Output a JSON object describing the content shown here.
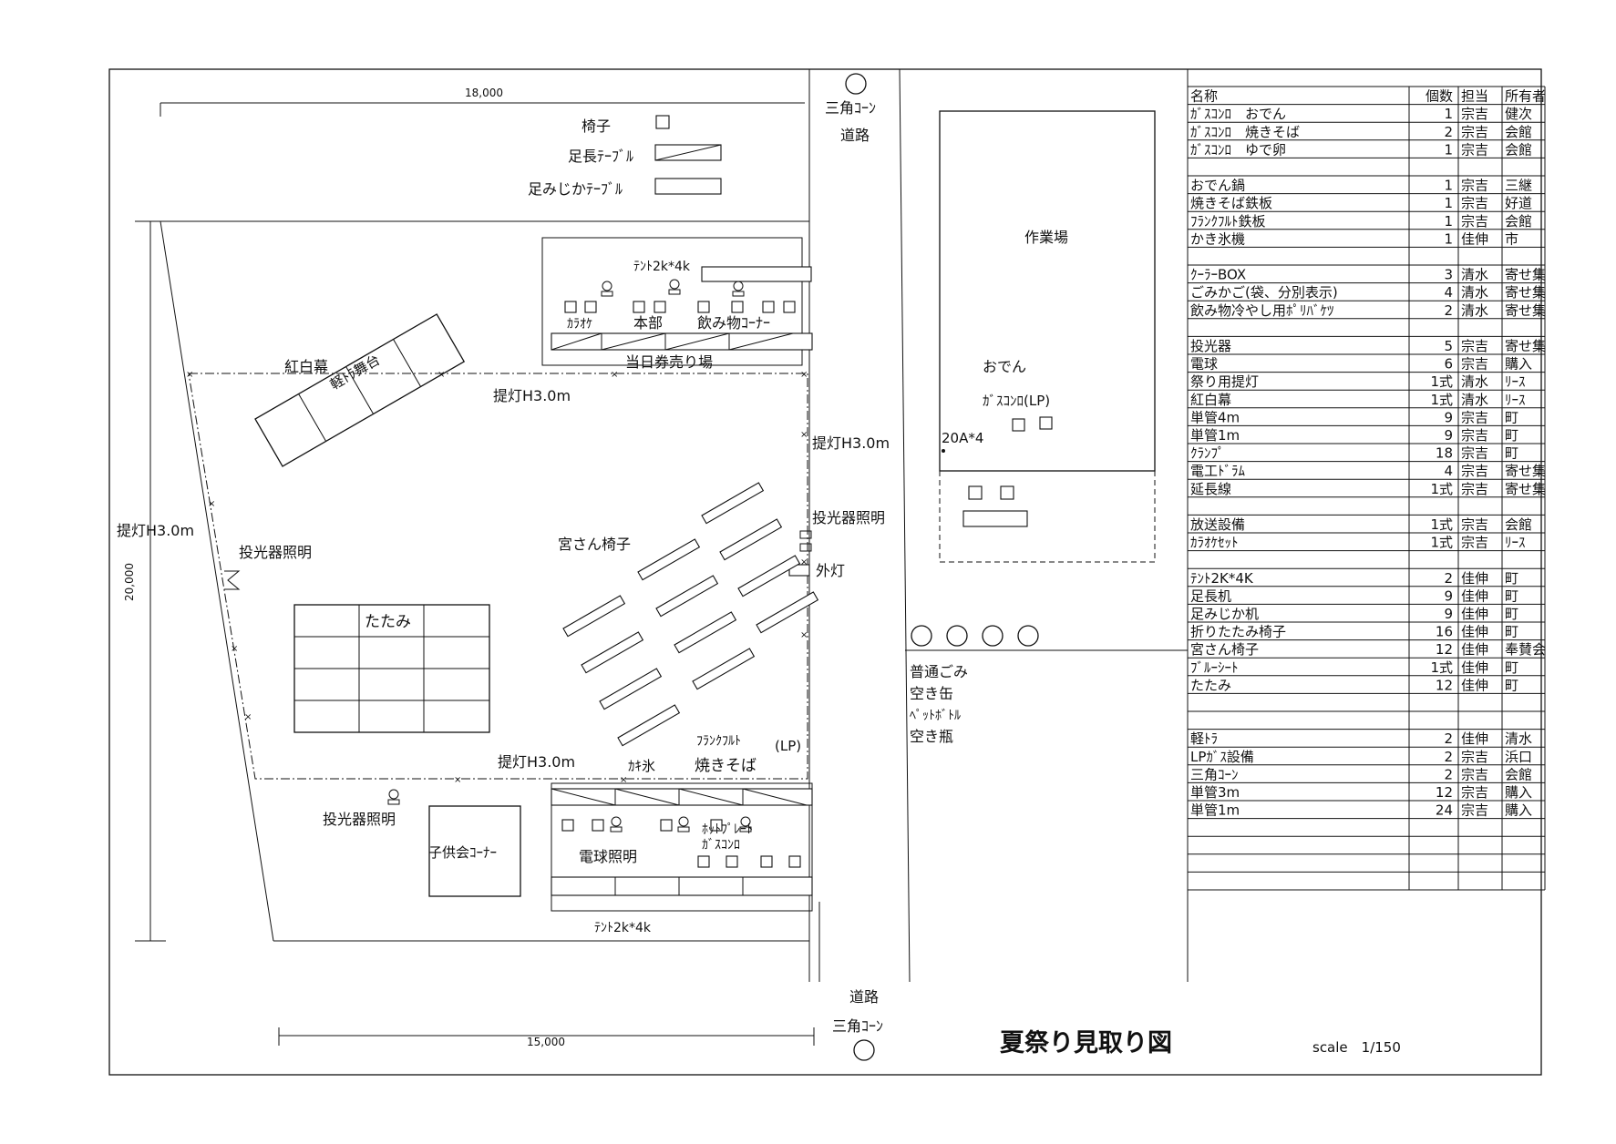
{
  "dimensions": {
    "top_width": "18,000",
    "bottom_width": "15,000",
    "left_height": "20,000"
  },
  "legend": {
    "chair": "椅子",
    "long_table": "足長ﾃｰﾌﾞﾙ",
    "short_table": "足みじかﾃｰﾌﾞﾙ"
  },
  "labels": {
    "tent_top": "ﾃﾝﾄ2k*4k",
    "karaoke": "ｶﾗｵｹ",
    "honbu": "本部",
    "drinks": "飲み物ｺｰﾅｰ",
    "tickets": "当日券売り場",
    "kohaku": "紅白幕",
    "stage": "軽ﾄﾗ舞台",
    "lantern_top": "提灯H3.0m",
    "lantern_right": "提灯H3.0m",
    "lantern_left": "提灯H3.0m",
    "lantern_bottom": "提灯H3.0m",
    "flood_left": "投光器照明",
    "flood_right": "投光器照明",
    "flood_bottom": "投光器照明",
    "outdoor_light": "外灯",
    "miyasan_chairs": "宮さん椅子",
    "tatami": "たたみ",
    "frankfurt": "ﾌﾗﾝｸﾌﾙﾄ",
    "lp": "(LP)",
    "kakigori": "ｶｷ氷",
    "yakisoba": "焼きそば",
    "kids_corner": "子供会ｺｰﾅｰ",
    "hotplate": "ﾎｯﾄﾌﾟﾚｰﾄ",
    "gas_stove": "ｶﾞｽｺﾝﾛ",
    "bulb_light": "電球照明",
    "tent_bottom": "ﾃﾝﾄ2k*4k",
    "cone_top": "三角ｺｰﾝ",
    "road_top": "道路",
    "road_bottom": "道路",
    "cone_bottom": "三角ｺｰﾝ",
    "workplace": "作業場",
    "oden": "おでん",
    "gas_lp": "ｶﾞｽｺﾝﾛ(LP)",
    "pipe": "20A*4",
    "trash_general": "普通ごみ",
    "trash_cans": "空き缶",
    "trash_pet": "ﾍﾟｯﾄﾎﾞﾄﾙ",
    "trash_bottles": "空き瓶"
  },
  "title": "夏祭り見取り図",
  "scale": "scale　1/150",
  "table": {
    "headers": [
      "名称",
      "個数",
      "担当",
      "所有者"
    ],
    "rows": [
      [
        "ｶﾞｽｺﾝﾛ　おでん",
        "1",
        "宗吉",
        "健次"
      ],
      [
        "ｶﾞｽｺﾝﾛ　焼きそば",
        "2",
        "宗吉",
        "会館"
      ],
      [
        "ｶﾞｽｺﾝﾛ　ゆで卵",
        "1",
        "宗吉",
        "会館"
      ],
      [
        "",
        "",
        "",
        ""
      ],
      [
        "おでん鍋",
        "1",
        "宗吉",
        "三継"
      ],
      [
        "焼きそば鉄板",
        "1",
        "宗吉",
        "好道"
      ],
      [
        "ﾌﾗﾝｸﾌﾙﾄ鉄板",
        "1",
        "宗吉",
        "会館"
      ],
      [
        "かき氷機",
        "1",
        "佳伸",
        "市"
      ],
      [
        "",
        "",
        "",
        ""
      ],
      [
        "ｸｰﾗｰBOX",
        "3",
        "清水",
        "寄せ集"
      ],
      [
        "ごみかご(袋、分別表示)",
        "4",
        "清水",
        "寄せ集"
      ],
      [
        "飲み物冷やし用ﾎﾟﾘﾊﾞｹﾂ",
        "2",
        "清水",
        "寄せ集"
      ],
      [
        "",
        "",
        "",
        ""
      ],
      [
        "投光器",
        "5",
        "宗吉",
        "寄せ集"
      ],
      [
        "電球",
        "6",
        "宗吉",
        "購入"
      ],
      [
        "祭り用提灯",
        "1式",
        "清水",
        "ﾘｰｽ"
      ],
      [
        "紅白幕",
        "1式",
        "清水",
        "ﾘｰｽ"
      ],
      [
        "単管4m",
        "9",
        "宗吉",
        "町"
      ],
      [
        "単管1m",
        "9",
        "宗吉",
        "町"
      ],
      [
        "ｸﾗﾝﾌﾟ",
        "18",
        "宗吉",
        "町"
      ],
      [
        "電工ﾄﾞﾗﾑ",
        "4",
        "宗吉",
        "寄せ集"
      ],
      [
        "延長線",
        "1式",
        "宗吉",
        "寄せ集"
      ],
      [
        "",
        "",
        "",
        ""
      ],
      [
        "放送設備",
        "1式",
        "宗吉",
        "会館"
      ],
      [
        "ｶﾗｵｹｾｯﾄ",
        "1式",
        "宗吉",
        "ﾘｰｽ"
      ],
      [
        "",
        "",
        "",
        ""
      ],
      [
        "ﾃﾝﾄ2K*4K",
        "2",
        "佳伸",
        "町"
      ],
      [
        "足長机",
        "9",
        "佳伸",
        "町"
      ],
      [
        "足みじか机",
        "9",
        "佳伸",
        "町"
      ],
      [
        "折りたたみ椅子",
        "16",
        "佳伸",
        "町"
      ],
      [
        "宮さん椅子",
        "12",
        "佳伸",
        "奉賛会"
      ],
      [
        "ﾌﾞﾙｰｼｰﾄ",
        "1式",
        "佳伸",
        "町"
      ],
      [
        "たたみ",
        "12",
        "佳伸",
        "町"
      ],
      [
        "",
        "",
        "",
        ""
      ],
      [
        "",
        "",
        "",
        ""
      ],
      [
        "軽ﾄﾗ",
        "2",
        "佳伸",
        "清水"
      ],
      [
        "LPｶﾞｽ設備",
        "2",
        "宗吉",
        "浜口"
      ],
      [
        "三角ｺｰﾝ",
        "2",
        "宗吉",
        "会館"
      ],
      [
        "単管3m",
        "12",
        "宗吉",
        "購入"
      ],
      [
        "単管1m",
        "24",
        "宗吉",
        "購入"
      ]
    ]
  }
}
